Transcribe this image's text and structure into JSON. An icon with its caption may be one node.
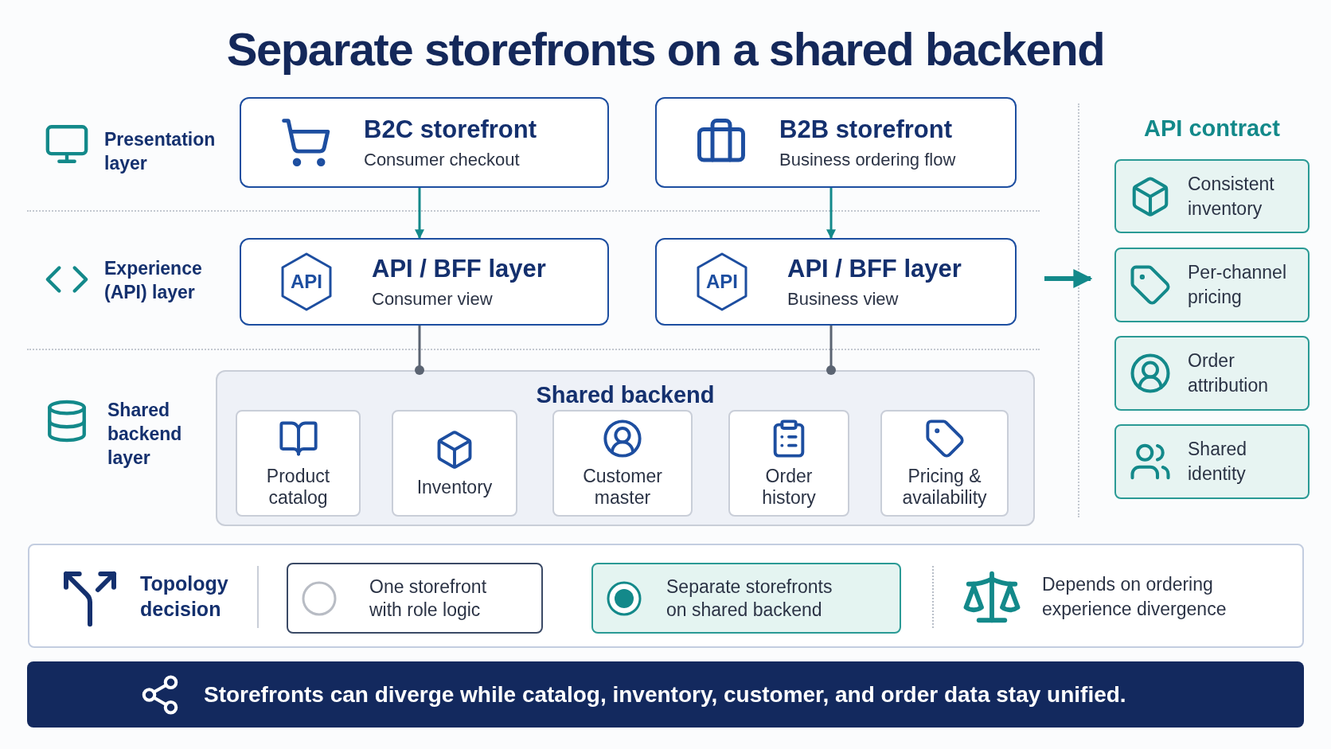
{
  "diagram": {
    "title": "Separate storefronts on a shared backend",
    "nodes": [
      {
        "text": [
          "B2C storefront",
          "Consumer checkout"
        ]
      },
      {
        "text": [
          "B2B storefront",
          "Business ordering flow"
        ]
      },
      {
        "text": [
          "API",
          "API / BFF layer",
          "Consumer view"
        ]
      },
      {
        "text": [
          "API",
          "API / BFF layer",
          "Business view"
        ]
      },
      {
        "text": [
          "Shared backend"
        ]
      },
      {
        "text": [
          "Product catalog"
        ],
        "in": 4
      },
      {
        "text": [
          "Inventory"
        ],
        "in": 4
      },
      {
        "text": [
          "Customer master"
        ],
        "in": 4
      },
      {
        "text": [
          "Order history"
        ],
        "in": 4
      },
      {
        "text": [
          "Pricing & availability"
        ],
        "in": 4
      },
      {
        "text": [
          "Consistent inventory"
        ]
      },
      {
        "text": [
          "Per-channel pricing"
        ]
      },
      {
        "text": [
          "Order attribution"
        ]
      },
      {
        "text": [
          "Shared identity"
        ]
      },
      {
        "text": [
          "Topology decision",
          "Depends on ordering experience divergence"
        ]
      },
      {
        "text": [
          "One storefront with role logic"
        ],
        "in": 14
      },
      {
        "text": [
          "Separate storefronts on shared backend"
        ],
        "in": 14
      },
      {
        "text": [
          "Storefronts can diverge while catalog, inventory, customer, and order data stay unified."
        ]
      }
    ],
    "edges": [
      {
        "from": 0,
        "to": 2,
        "arrow": "to"
      },
      {
        "from": 1,
        "to": 3,
        "arrow": "to"
      },
      {
        "from": 2,
        "to": 4,
        "arrow": "other",
        "color": "#5b6472"
      },
      {
        "from": 3,
        "to": 4,
        "arrow": "other",
        "color": "#5b6472"
      },
      {
        "from": null,
        "to": 11,
        "arrow": "to",
        "style": "thick"
      }
    ],
    "labels": [
      "Presentation layer",
      "Experience (API) layer",
      "Shared backend layer",
      "API contract"
    ]
  }
}
